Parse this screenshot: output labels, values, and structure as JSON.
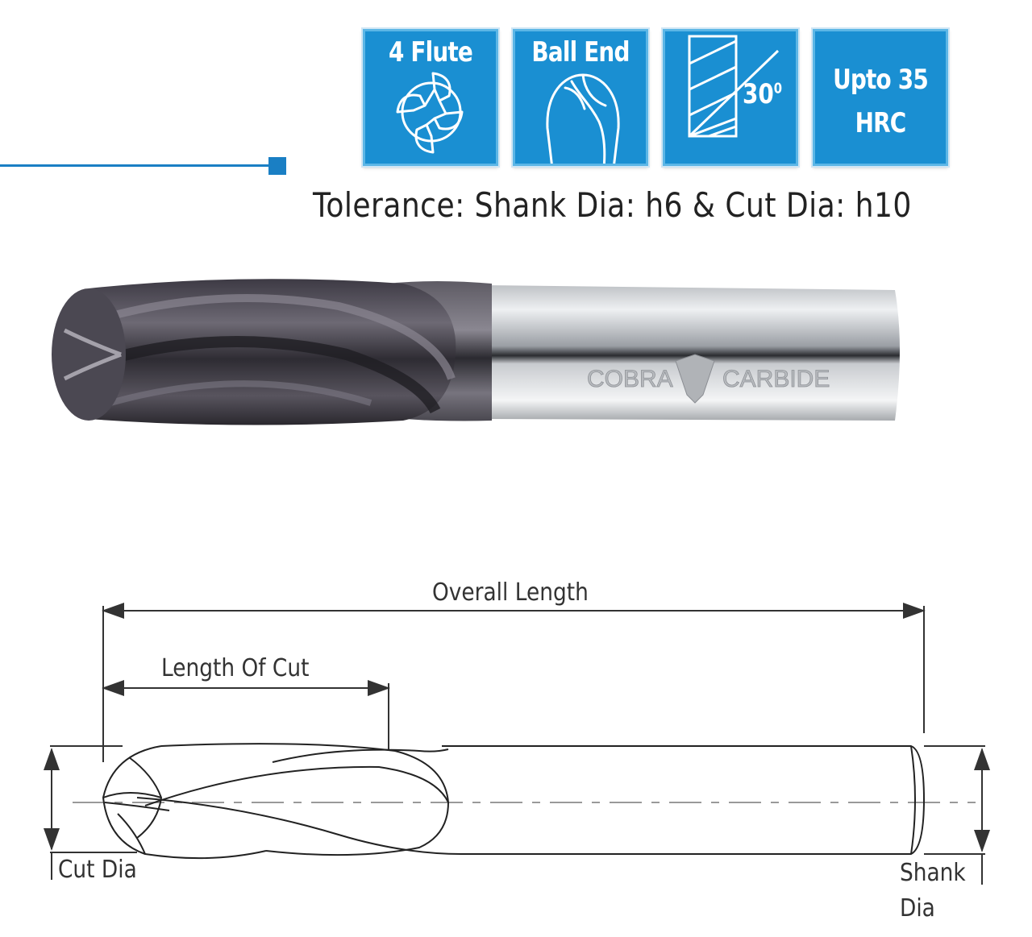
{
  "badges": {
    "flute": {
      "label": "4 Flute",
      "icon": "four-flute-cross-section-icon"
    },
    "ball_end": {
      "label": "Ball End",
      "icon": "ball-end-tip-icon"
    },
    "helix": {
      "label": "30",
      "superscript": "0",
      "icon": "helix-angle-icon"
    },
    "hardness": {
      "line1": "Upto 35",
      "line2": "HRC"
    }
  },
  "tolerance": {
    "text": "Tolerance: Shank Dia: h6  &  Cut Dia: h10"
  },
  "product_photo": {
    "brand_left": "COBRA",
    "brand_right": "CARBIDE"
  },
  "diagram": {
    "overall_length": "Overall Length",
    "length_of_cut": "Length Of Cut",
    "cut_dia": "Cut Dia",
    "shank_dia_line1": "Shank",
    "shank_dia_line2": "Dia"
  },
  "colors": {
    "badge_blue": "#1a8fd2",
    "accent_line": "#1a7fc4",
    "text": "#222222"
  }
}
